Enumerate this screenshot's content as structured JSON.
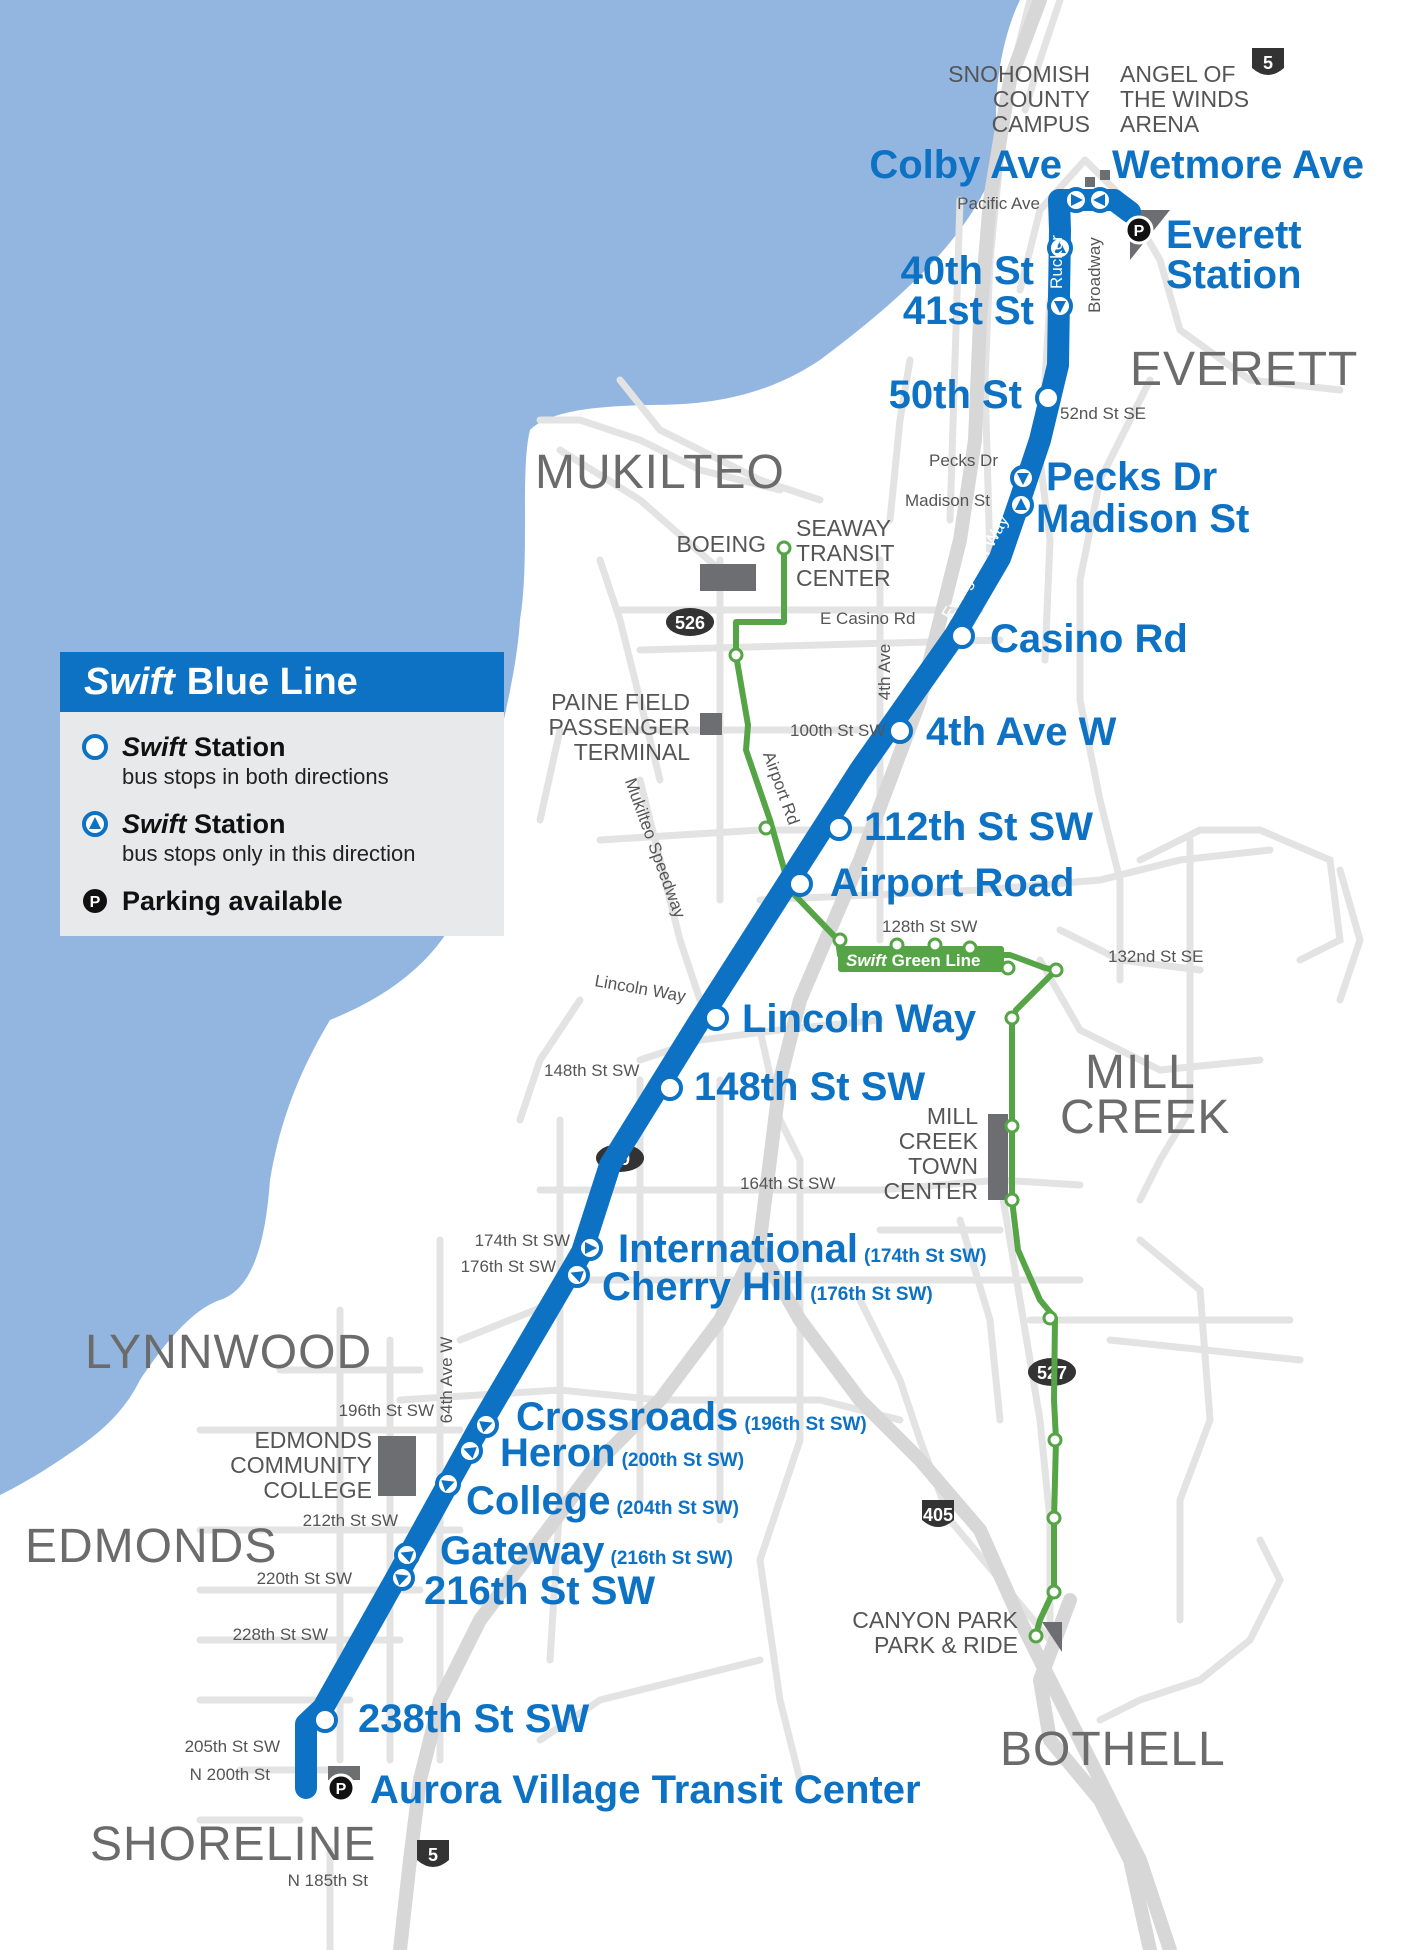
{
  "colors": {
    "water": "#93b6e1",
    "land": "#ffffff",
    "roads": "#e3e3e3",
    "blue_line": "#0d72c4",
    "green_line": "#55a546",
    "label_blue": "#0d72c4",
    "grey_text": "#6b6b6b",
    "facility": "#6d6e71",
    "shield": "#333333"
  },
  "legend": {
    "title_italic": "Swift",
    "title_rest": "Blue Line",
    "items": [
      {
        "icon": "station-circle-icon",
        "label_italic": "Swift",
        "label_rest": "Station",
        "desc": "bus stops in both directions"
      },
      {
        "icon": "station-arrow-icon",
        "label_italic": "Swift",
        "label_rest": "Station",
        "desc": "bus stops only in this direction"
      },
      {
        "icon": "parking-icon",
        "label": "Parking available"
      }
    ]
  },
  "cities": [
    "EVERETT",
    "MUKILTEO",
    "MILL CREEK",
    "LYNNWOOD",
    "EDMONDS",
    "BOTHELL",
    "SHORELINE"
  ],
  "landmarks": [
    "SNOHOMISH COUNTY CAMPUS",
    "ANGEL OF THE WINDS ARENA",
    "BOEING",
    "SEAWAY TRANSIT CENTER",
    "PAINE FIELD PASSENGER TERMINAL",
    "MILL CREEK TOWN CENTER",
    "EDMONDS COMMUNITY COLLEGE",
    "CANYON PARK PARK & RIDE"
  ],
  "streets": [
    "Pacific Ave",
    "Rucker",
    "Broadway",
    "52nd St SE",
    "Pecks Dr",
    "Madison St",
    "Evergreen Way",
    "E Casino Rd",
    "4th Ave",
    "100th St SW",
    "Airport Rd",
    "Mukilteo Speedway",
    "128th St SW",
    "132nd St SE",
    "Lincoln Way",
    "148th St SW",
    "164th St SW",
    "174th St SW",
    "176th St SW",
    "64th Ave W",
    "196th St SW",
    "212th St SW",
    "220th St SW",
    "228th St SW",
    "205th St SW",
    "N 200th St",
    "N 185th St"
  ],
  "highways": [
    "5",
    "526",
    "99",
    "405",
    "527",
    "5"
  ],
  "green_line_label": {
    "italic": "Swift",
    "rest": "Green Line"
  },
  "blue_line_stations": [
    {
      "name": "Colby Ave",
      "type": "one-way"
    },
    {
      "name": "Wetmore Ave",
      "type": "one-way"
    },
    {
      "name": "Everett Station",
      "type": "parking"
    },
    {
      "name": "40th St",
      "type": "one-way"
    },
    {
      "name": "41st St",
      "type": "one-way"
    },
    {
      "name": "50th St",
      "type": "both"
    },
    {
      "name": "Pecks Dr",
      "type": "one-way"
    },
    {
      "name": "Madison St",
      "type": "one-way"
    },
    {
      "name": "Casino Rd",
      "type": "both"
    },
    {
      "name": "4th Ave W",
      "type": "both"
    },
    {
      "name": "112th St SW",
      "type": "both"
    },
    {
      "name": "Airport Road",
      "type": "both"
    },
    {
      "name": "Lincoln Way",
      "type": "both"
    },
    {
      "name": "148th St SW",
      "type": "both"
    },
    {
      "name": "International",
      "sub": "(174th St SW)",
      "type": "one-way"
    },
    {
      "name": "Cherry Hill",
      "sub": "(176th St SW)",
      "type": "one-way"
    },
    {
      "name": "Crossroads",
      "sub": "(196th St SW)",
      "type": "one-way"
    },
    {
      "name": "Heron",
      "sub": "(200th St SW)",
      "type": "one-way"
    },
    {
      "name": "College",
      "sub": "(204th St SW)",
      "type": "one-way"
    },
    {
      "name": "Gateway",
      "sub": "(216th St SW)",
      "type": "one-way"
    },
    {
      "name": "216th St SW",
      "type": "one-way"
    },
    {
      "name": "238th St SW",
      "type": "both"
    },
    {
      "name": "Aurora Village Transit Center",
      "type": "parking"
    }
  ]
}
